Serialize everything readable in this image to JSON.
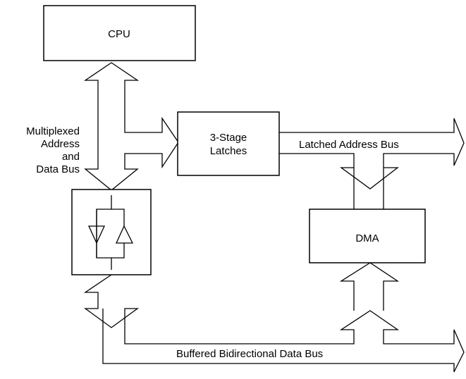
{
  "blocks": {
    "cpu": "CPU",
    "latches_line1": "3-Stage",
    "latches_line2": "Latches",
    "dma": "DMA"
  },
  "labels": {
    "mux_line1": "Multiplexed",
    "mux_line2": "Address",
    "mux_line3": "and",
    "mux_line4": "Data Bus",
    "latched_address_bus": "Latched Address Bus",
    "buffered_data_bus": "Buffered Bidirectional Data Bus"
  }
}
